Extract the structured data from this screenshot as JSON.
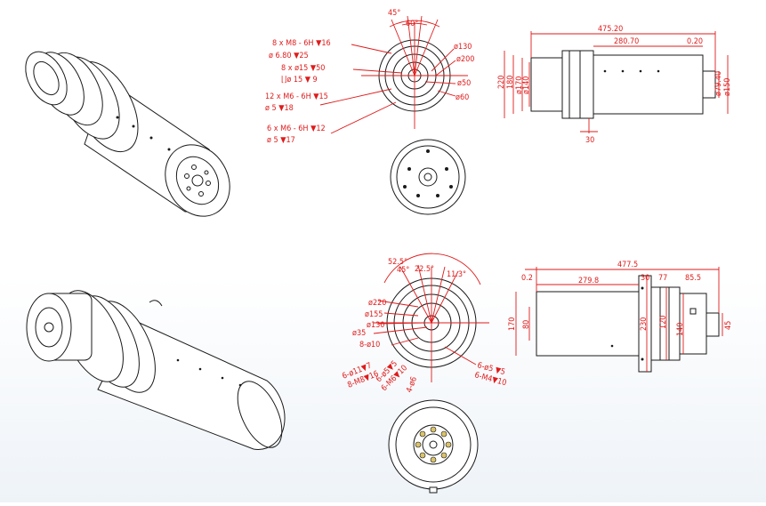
{
  "colors": {
    "dimension": "#e01b1b",
    "outline": "#1a1a1a",
    "background": "#ffffff"
  },
  "top": {
    "front": {
      "angles": [
        "45°",
        "60°"
      ],
      "callouts": [
        "8 x  M8 - 6H ▼16",
        "ø 6.80 ▼25",
        "8 x ø15 ▼50",
        "⌊⌋ø 15 ▼ 9",
        "12 x  M6 - 6H ▼15",
        "ø 5 ▼18",
        "6 x  M6 - 6H ▼12",
        "ø 5 ▼17"
      ],
      "diams": [
        "ø130",
        "ø200",
        "ø50",
        "ø60"
      ]
    },
    "side": {
      "overall": "475.20",
      "body": "280.70",
      "offset": "0.20",
      "h1": "220",
      "h2": "180",
      "h3": "ø170",
      "h4": "ø140",
      "right1": "ø79.40",
      "right2": "ø150",
      "flange": "30"
    }
  },
  "bottom": {
    "front": {
      "angles": [
        "52.5°",
        "45°",
        "22.5°",
        "11.3°"
      ],
      "diams": [
        "ø220",
        "ø155",
        "ø130",
        "ø35"
      ],
      "callouts": [
        "8-ø10",
        "6-ø11▼7",
        "8-M8▼16",
        "6-ø5▼5",
        "6-M6▼10",
        "4-ø6",
        "6-ø5 ▼5",
        "6-M4▼10"
      ]
    },
    "side": {
      "offset": "0.2",
      "overall": "477.5",
      "body": "279.8",
      "flange": "30",
      "seg": "77",
      "tail": "85.5",
      "h1": "170",
      "h2": "80",
      "h3": "230",
      "h4": "120",
      "h5": "140",
      "right": "45"
    }
  }
}
